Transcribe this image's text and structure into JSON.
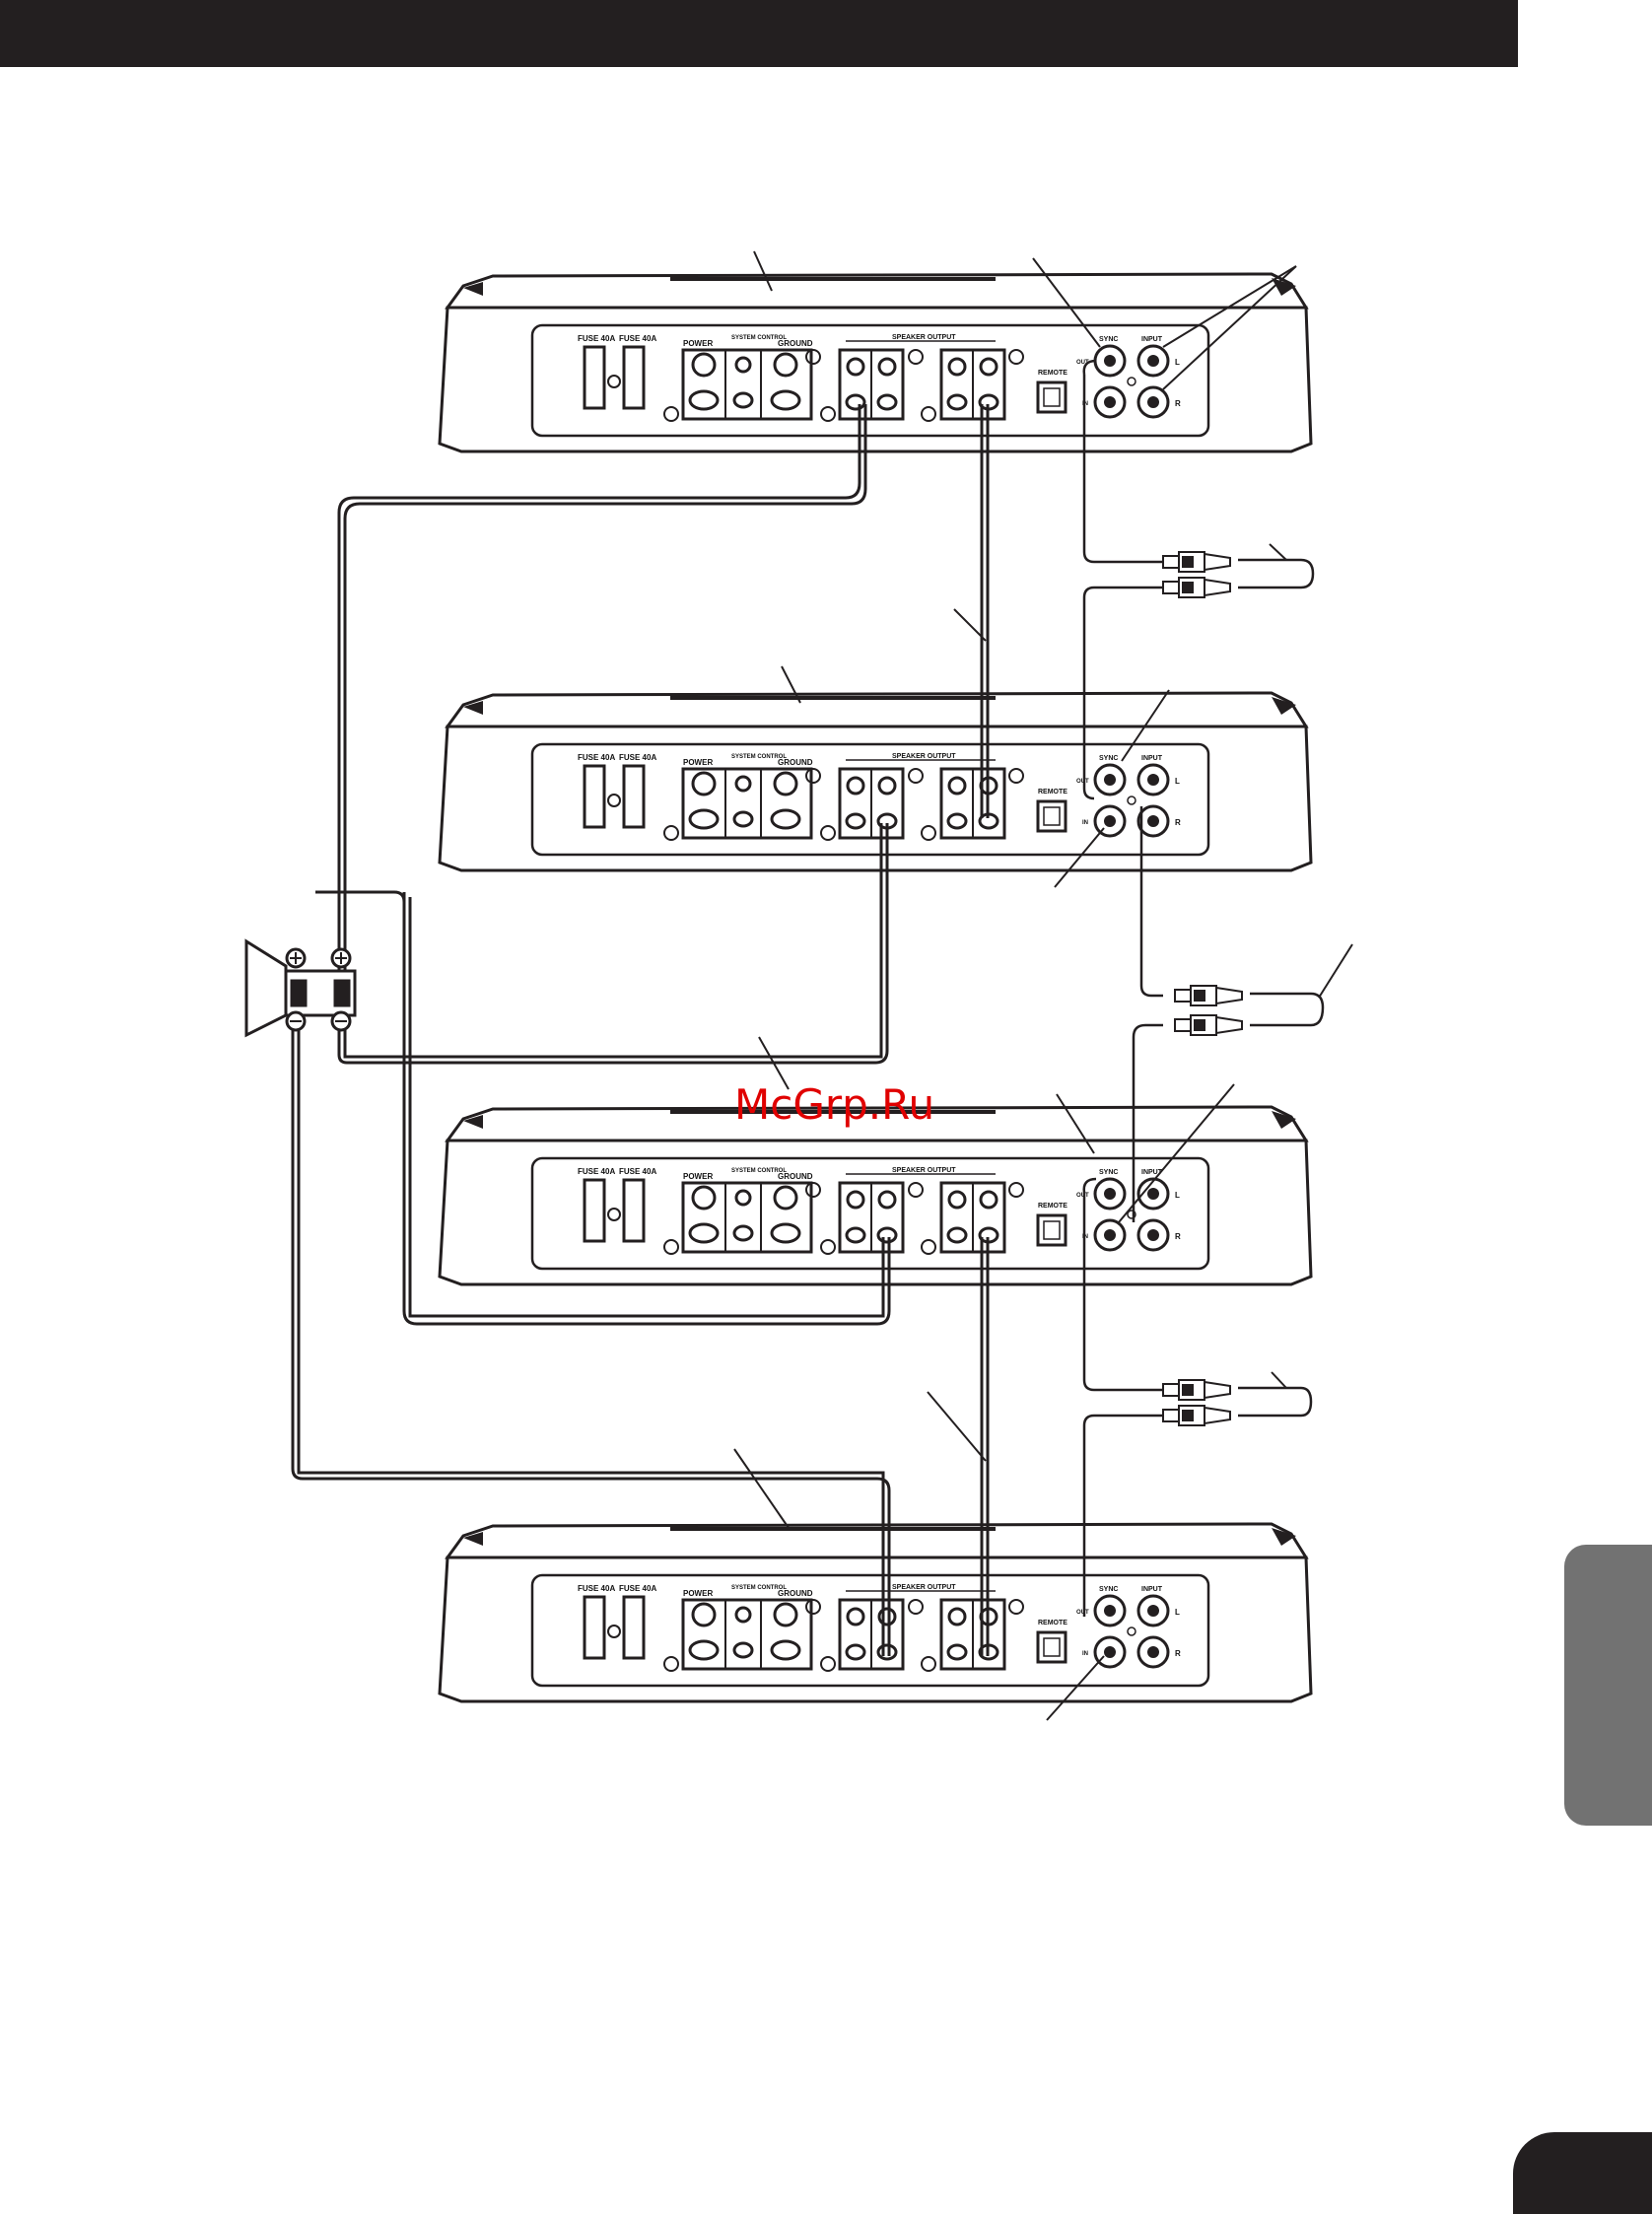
{
  "amp_labels": {
    "fuse_1": "FUSE 40A",
    "fuse_2": "FUSE 40A",
    "power": "POWER",
    "system_control": "SYSTEM CONTROL",
    "ground": "GROUND",
    "speaker_output": "SPEAKER OUTPUT",
    "remote": "REMOTE",
    "sync": "SYNC",
    "input": "INPUT",
    "left": "L",
    "right": "R",
    "sync_out": "OUT",
    "sync_in": "IN"
  },
  "watermark": "McGrp.Ru",
  "colors": {
    "ink": "#231f20",
    "side_tab": "#727272",
    "watermark": "#e00000"
  }
}
